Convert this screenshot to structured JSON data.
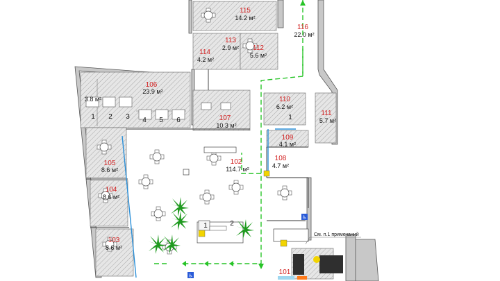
{
  "rooms": [
    {
      "id": "115",
      "number": "115",
      "area": "14.2 м²"
    },
    {
      "id": "116",
      "number": "116",
      "area": "22.0 м²"
    },
    {
      "id": "113",
      "number": "113",
      "area": "2.9 м²"
    },
    {
      "id": "114",
      "number": "114",
      "area": "4.2 м²"
    },
    {
      "id": "112",
      "number": "112",
      "area": "5.6 м²"
    },
    {
      "id": "106",
      "number": "106",
      "area": "23.9 м²"
    },
    {
      "id": "106a",
      "number": "",
      "area": "3.8 м²"
    },
    {
      "id": "107",
      "number": "107",
      "area": "10.3 м²"
    },
    {
      "id": "110",
      "number": "110",
      "area": "6.2 м²"
    },
    {
      "id": "111",
      "number": "111",
      "area": "5.7 м²"
    },
    {
      "id": "109",
      "number": "109",
      "area": "4.1 м²"
    },
    {
      "id": "108",
      "number": "108",
      "area": "4.7 м²"
    },
    {
      "id": "102",
      "number": "102",
      "area": "114.7 м²"
    },
    {
      "id": "105",
      "number": "105",
      "area": "8.6 м²"
    },
    {
      "id": "104",
      "number": "104",
      "area": "8.6 м²"
    },
    {
      "id": "103",
      "number": "103",
      "area": "8.6 м²"
    },
    {
      "id": "101",
      "number": "101",
      "area": ""
    }
  ],
  "seat_labels": [
    "1",
    "2",
    "3",
    "4",
    "5",
    "6"
  ],
  "room110_label": "1",
  "bar_labels": [
    "1",
    "2"
  ],
  "note_text": "См. п.1 примечаний",
  "colors": {
    "room_number": "#d22020",
    "evacuation_route": "#27c427",
    "glass_partition": "#2a8fd8",
    "wall": "#c8c8c8",
    "plant": "#1f9a1f"
  },
  "icons": [
    "accessibility-icon",
    "fire-extinguisher-icon",
    "evacuation-arrow-icon",
    "plant-icon"
  ]
}
